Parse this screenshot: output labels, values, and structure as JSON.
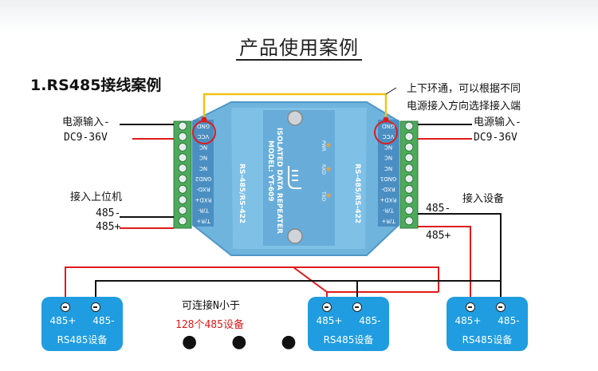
{
  "title": "产品使用案例",
  "section": "1.RS485接线案例",
  "note_line1": "上下环通，可以根据不同",
  "note_line2": "电源接入方向选择接入端",
  "left": {
    "power_in": "电源输入-",
    "power_v": "DC9-36V",
    "host": "接入上位机",
    "minus": "485-",
    "plus": "485+",
    "terminals": [
      "GND",
      "VCC",
      "NC",
      "NC",
      "NC",
      "GND2",
      "RXD-",
      "RXD+",
      "T/R-",
      "T/R+"
    ]
  },
  "right": {
    "power_in": "电源输入-",
    "power_v": "DC9-36V",
    "device": "接入设备",
    "minus": "485-",
    "plus": "485+",
    "terminals": [
      "GND",
      "VCC",
      "NC",
      "NC",
      "NC",
      "GND1",
      "RXD-",
      "RXD+",
      "T/R-",
      "T/R+"
    ]
  },
  "module": {
    "model_line1": "ISOLATED DATA REPEATER",
    "model_line2": "MODEL: YT-609",
    "side_left": "RS-485/RS-422",
    "side_right": "RS-485/RS-422",
    "leds": [
      "PWR",
      "RXD",
      "TXD"
    ]
  },
  "devices": [
    {
      "plus": "485+",
      "minus": "485-",
      "name": "RS485设备"
    },
    {
      "plus": "485+",
      "minus": "485-",
      "name": "RS485设备"
    },
    {
      "plus": "485+",
      "minus": "485-",
      "name": "RS485设备"
    }
  ],
  "connect_note": "可连接N小于",
  "connect_count": "128个485设备",
  "ellipsis": "● ● ●",
  "colors": {
    "module": "#6fb4dd",
    "terminal": "#4daa5b",
    "device": "#1f9de0",
    "red": "#e01b1b"
  }
}
